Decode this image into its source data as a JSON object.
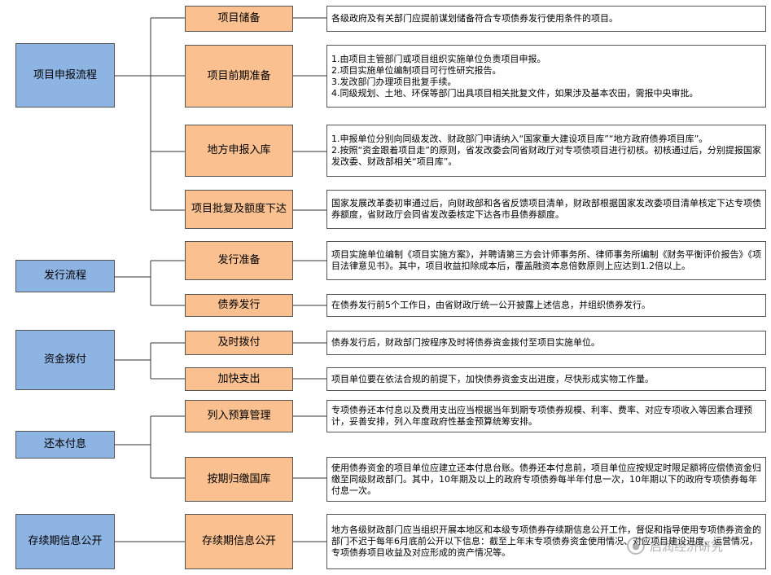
{
  "categories": [
    {
      "label": "项目申报流程"
    },
    {
      "label": "发行流程"
    },
    {
      "label": "资金拨付"
    },
    {
      "label": "还本付息"
    },
    {
      "label": "存续期信息公开"
    }
  ],
  "steps": [
    {
      "label": "项目储备"
    },
    {
      "label": "项目前期准备"
    },
    {
      "label": "地方申报入库"
    },
    {
      "label": "项目批复及额度下达"
    },
    {
      "label": "发行准备"
    },
    {
      "label": "债券发行"
    },
    {
      "label": "及时拨付"
    },
    {
      "label": "加快支出"
    },
    {
      "label": "列入预算管理"
    },
    {
      "label": "按期归缴国库"
    },
    {
      "label": "存续期信息公开"
    }
  ],
  "descriptions": [
    {
      "lines": [
        "各级政府及有关部门应提前谋划储备符合专项债券发行使用条件的项目。"
      ]
    },
    {
      "lines": [
        "1.由项目主管部门或项目组织实施单位负责项目申报。",
        "2.项目实施单位编制项目可行性研究报告。",
        "3.发改部门办理项目批复手续。",
        "4.同级规划、土地、环保等部门出具项目相关批复文件，如果涉及基本农田，需报中央审批。"
      ]
    },
    {
      "lines": [
        "1.申报单位分别向同级发改、财政部门申请纳入“国家重大建设项目库”“地方政府债券项目库”。",
        "2.按照“资金跟着项目走”的原则，省发改委会同省财政厅对专项债项目进行初核。初核通过后，分别提报国家发改委、财政部相关“项目库”。"
      ]
    },
    {
      "lines": [
        "国家发展改革委初审通过后，向财政部和各省反馈项目清单，财政部根据国家发改委项目清单核定下达专项债券额度，省财政厅会同省发改委核定下达各市县债券额度。"
      ]
    },
    {
      "lines": [
        "项目实施单位编制《项目实施方案》，并聘请第三方会计师事务所、律师事务所编制《财务平衡评价报告》《项目法律意见书》。其中，项目收益扣除成本后，覆盖融资本息倍数原则上应达到1.2倍以上。"
      ]
    },
    {
      "lines": [
        "在债券发行前5个工作日，由省财政厅统一公开披露上述信息，并组织债券发行。"
      ]
    },
    {
      "lines": [
        "债券发行后，财政部门按程序及时将债券资金拨付至项目实施单位。"
      ]
    },
    {
      "lines": [
        "项目单位要在依法合规的前提下，加快债券资金支出进度，尽快形成实物工作量。"
      ]
    },
    {
      "lines": [
        "专项债券还本付息以及费用支出应当根据当年到期专项债券规模、利率、费率、对应专项收入等因素合理预计，妥善安排，列入年度政府性基金预算统筹安排。"
      ]
    },
    {
      "lines": [
        "使用债券资金的项目单位应建立还本付息台账。债券还本付息前，项目单位应按规定时限足额将应偿债资金归缴至同级财政部门。其中，10年期及以上的政府专项债券每半年付息一次，10年期以下的政府专项债券每年付息一次。"
      ]
    },
    {
      "lines": [
        "地方各级财政部门应当组织开展本地区和本级专项债券存续期信息公开工作，督促和指导使用专项债券资金的部门不迟于每年6月底前公开以下信息：截至上年末专项债券资金使用情况、对应项目建设进度、运营情况，专项债券项目收益及对应形成的资产情况等。"
      ]
    }
  ],
  "watermark": {
    "text": "启润经济研究",
    "icon": "wechat-icon"
  },
  "colors": {
    "category_fill": "#8eb4e3",
    "step_fill": "#fac090",
    "border": "#555555"
  }
}
